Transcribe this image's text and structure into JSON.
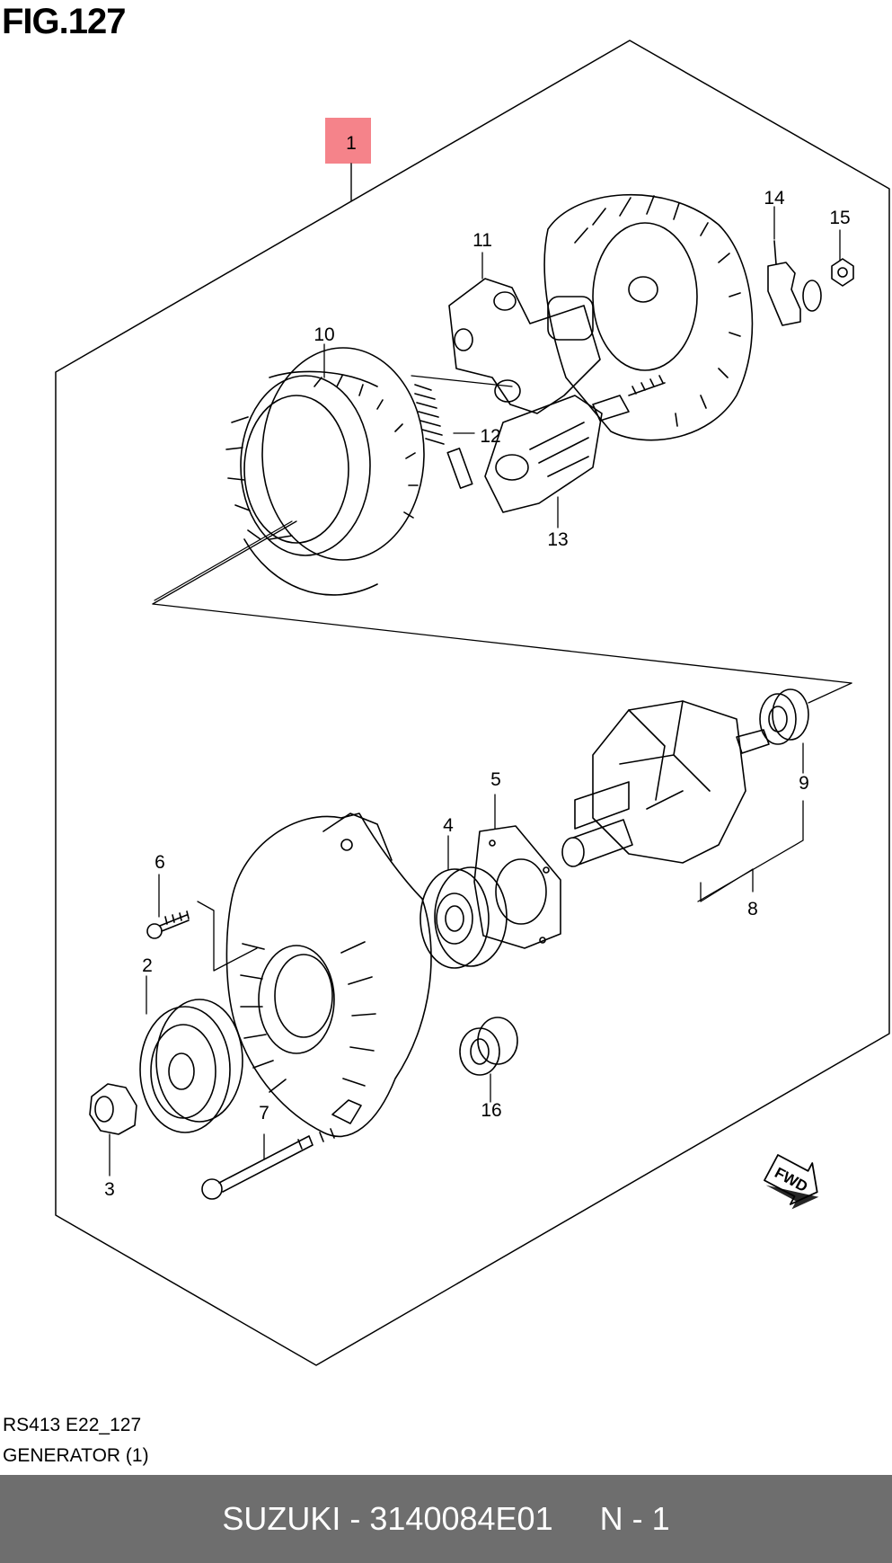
{
  "figure": {
    "title": "FIG.127"
  },
  "highlight_color": "#f5838a",
  "footer_color": "#6e6e6e",
  "callouts": [
    {
      "num": "1",
      "part": "generator assembly",
      "highlighted": true
    },
    {
      "num": "2",
      "part": "pulley"
    },
    {
      "num": "3",
      "part": "pulley nut"
    },
    {
      "num": "4",
      "part": "front bearing"
    },
    {
      "num": "5",
      "part": "bearing retainer plate"
    },
    {
      "num": "6",
      "part": "retainer screw"
    },
    {
      "num": "7",
      "part": "through bolt"
    },
    {
      "num": "8",
      "part": "rotor"
    },
    {
      "num": "9",
      "part": "rear bearing"
    },
    {
      "num": "10",
      "part": "stator"
    },
    {
      "num": "11",
      "part": "regulator brush holder"
    },
    {
      "num": "12",
      "part": "brush and spring"
    },
    {
      "num": "13",
      "part": "rectifier"
    },
    {
      "num": "14",
      "part": "terminal insulator"
    },
    {
      "num": "15",
      "part": "terminal nut"
    },
    {
      "num": "16",
      "part": "bushing"
    }
  ],
  "fwd_label": "FWD",
  "catalog": {
    "code": "RS413 E22_127",
    "section": "GENERATOR (1)"
  },
  "footer": {
    "brand_part": "SUZUKI - 3140084E01",
    "quantity": "N - 1"
  }
}
